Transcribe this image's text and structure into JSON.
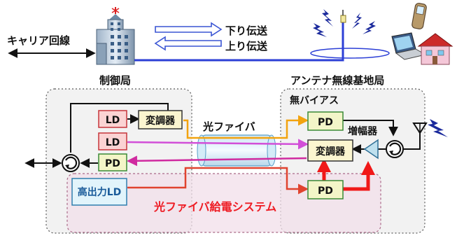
{
  "labels": {
    "carrier_line": "キャリア回線",
    "downlink": "下り伝送",
    "uplink": "上り伝送",
    "control_station": "制御局",
    "antenna_base_station": "アンテナ無線基地局",
    "optical_fiber": "光ファイバ",
    "no_bias": "無バイアス",
    "amplifier": "増幅器",
    "ld_1": "LD",
    "ld_2": "LD",
    "modulator_ctrl": "変調器",
    "pd_ctrl": "PD",
    "pd_remote_top": "PD",
    "modulator_remote": "変調器",
    "pd_remote_power": "PD",
    "high_power_ld": "高出力LD",
    "power_over_fiber_system": "光ファイバ給電システム"
  },
  "colors": {
    "downlink_signal": "#f2a30f",
    "reference_signal": "#d24fd8",
    "uplink_signal": "#d02ba0",
    "power_feed": "#e0432f",
    "power_feed_bold": "#f01818",
    "carrier_link": "#2c3fd6",
    "ld_box_fill": "#fbd3d3",
    "ld_box_stroke": "#c6353a",
    "pd_box_fill": "#f3f5c8",
    "pd_box_stroke": "#3b8a36",
    "modulator_box_fill": "#fbf5d0",
    "high_power_ld_fill": "#e2f4fb",
    "high_power_ld_stroke": "#2f7fae",
    "system_title": "#ee1c24"
  },
  "icons": [
    "office-building-icon",
    "radio-tower-icon",
    "mobile-phone-icon",
    "laptop-icon",
    "house-icon",
    "circulator-icon",
    "antenna-icon",
    "amplifier-triangle-icon",
    "double-arrow-icon",
    "radio-wave-icon"
  ]
}
